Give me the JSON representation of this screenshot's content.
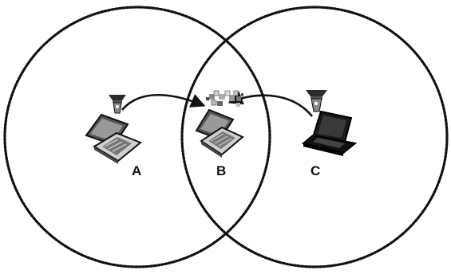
{
  "nodes": [
    {
      "id": "A",
      "label": "A",
      "device": "laptop-open-light"
    },
    {
      "id": "B",
      "label": "B",
      "device": "laptop-open-light"
    },
    {
      "id": "C",
      "label": "C",
      "device": "laptop-black"
    }
  ],
  "ranges": [
    {
      "name": "range-circle-a-b",
      "covers": [
        "A",
        "B"
      ]
    },
    {
      "name": "range-circle-b-c",
      "covers": [
        "B",
        "C"
      ]
    }
  ],
  "links": [
    {
      "from": "A",
      "to": "B"
    },
    {
      "from": "C",
      "to": "B"
    }
  ],
  "icons": [
    "antenna-icon",
    "laptop-icon",
    "collision-burst-icon",
    "arrow-icon"
  ],
  "colors": {
    "stroke": "#111111",
    "background": "#ffffff",
    "dark_laptop": "#1a1a1a"
  }
}
